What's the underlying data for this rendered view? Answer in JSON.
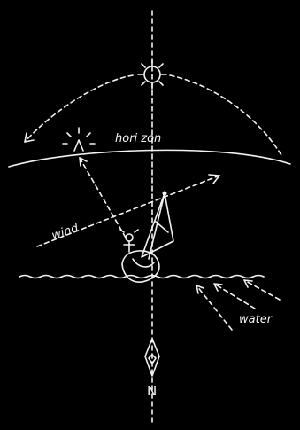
{
  "labels": {
    "horizon": "hori zon",
    "wind": "wind",
    "water": "water",
    "north": "N"
  },
  "colors": {
    "background": "#000000",
    "ink": "#f2f2f2"
  },
  "icons": [
    "sun-icon",
    "setting-sun-icon",
    "compass-needle-icon",
    "sailboat-icon",
    "sailor-icon"
  ]
}
